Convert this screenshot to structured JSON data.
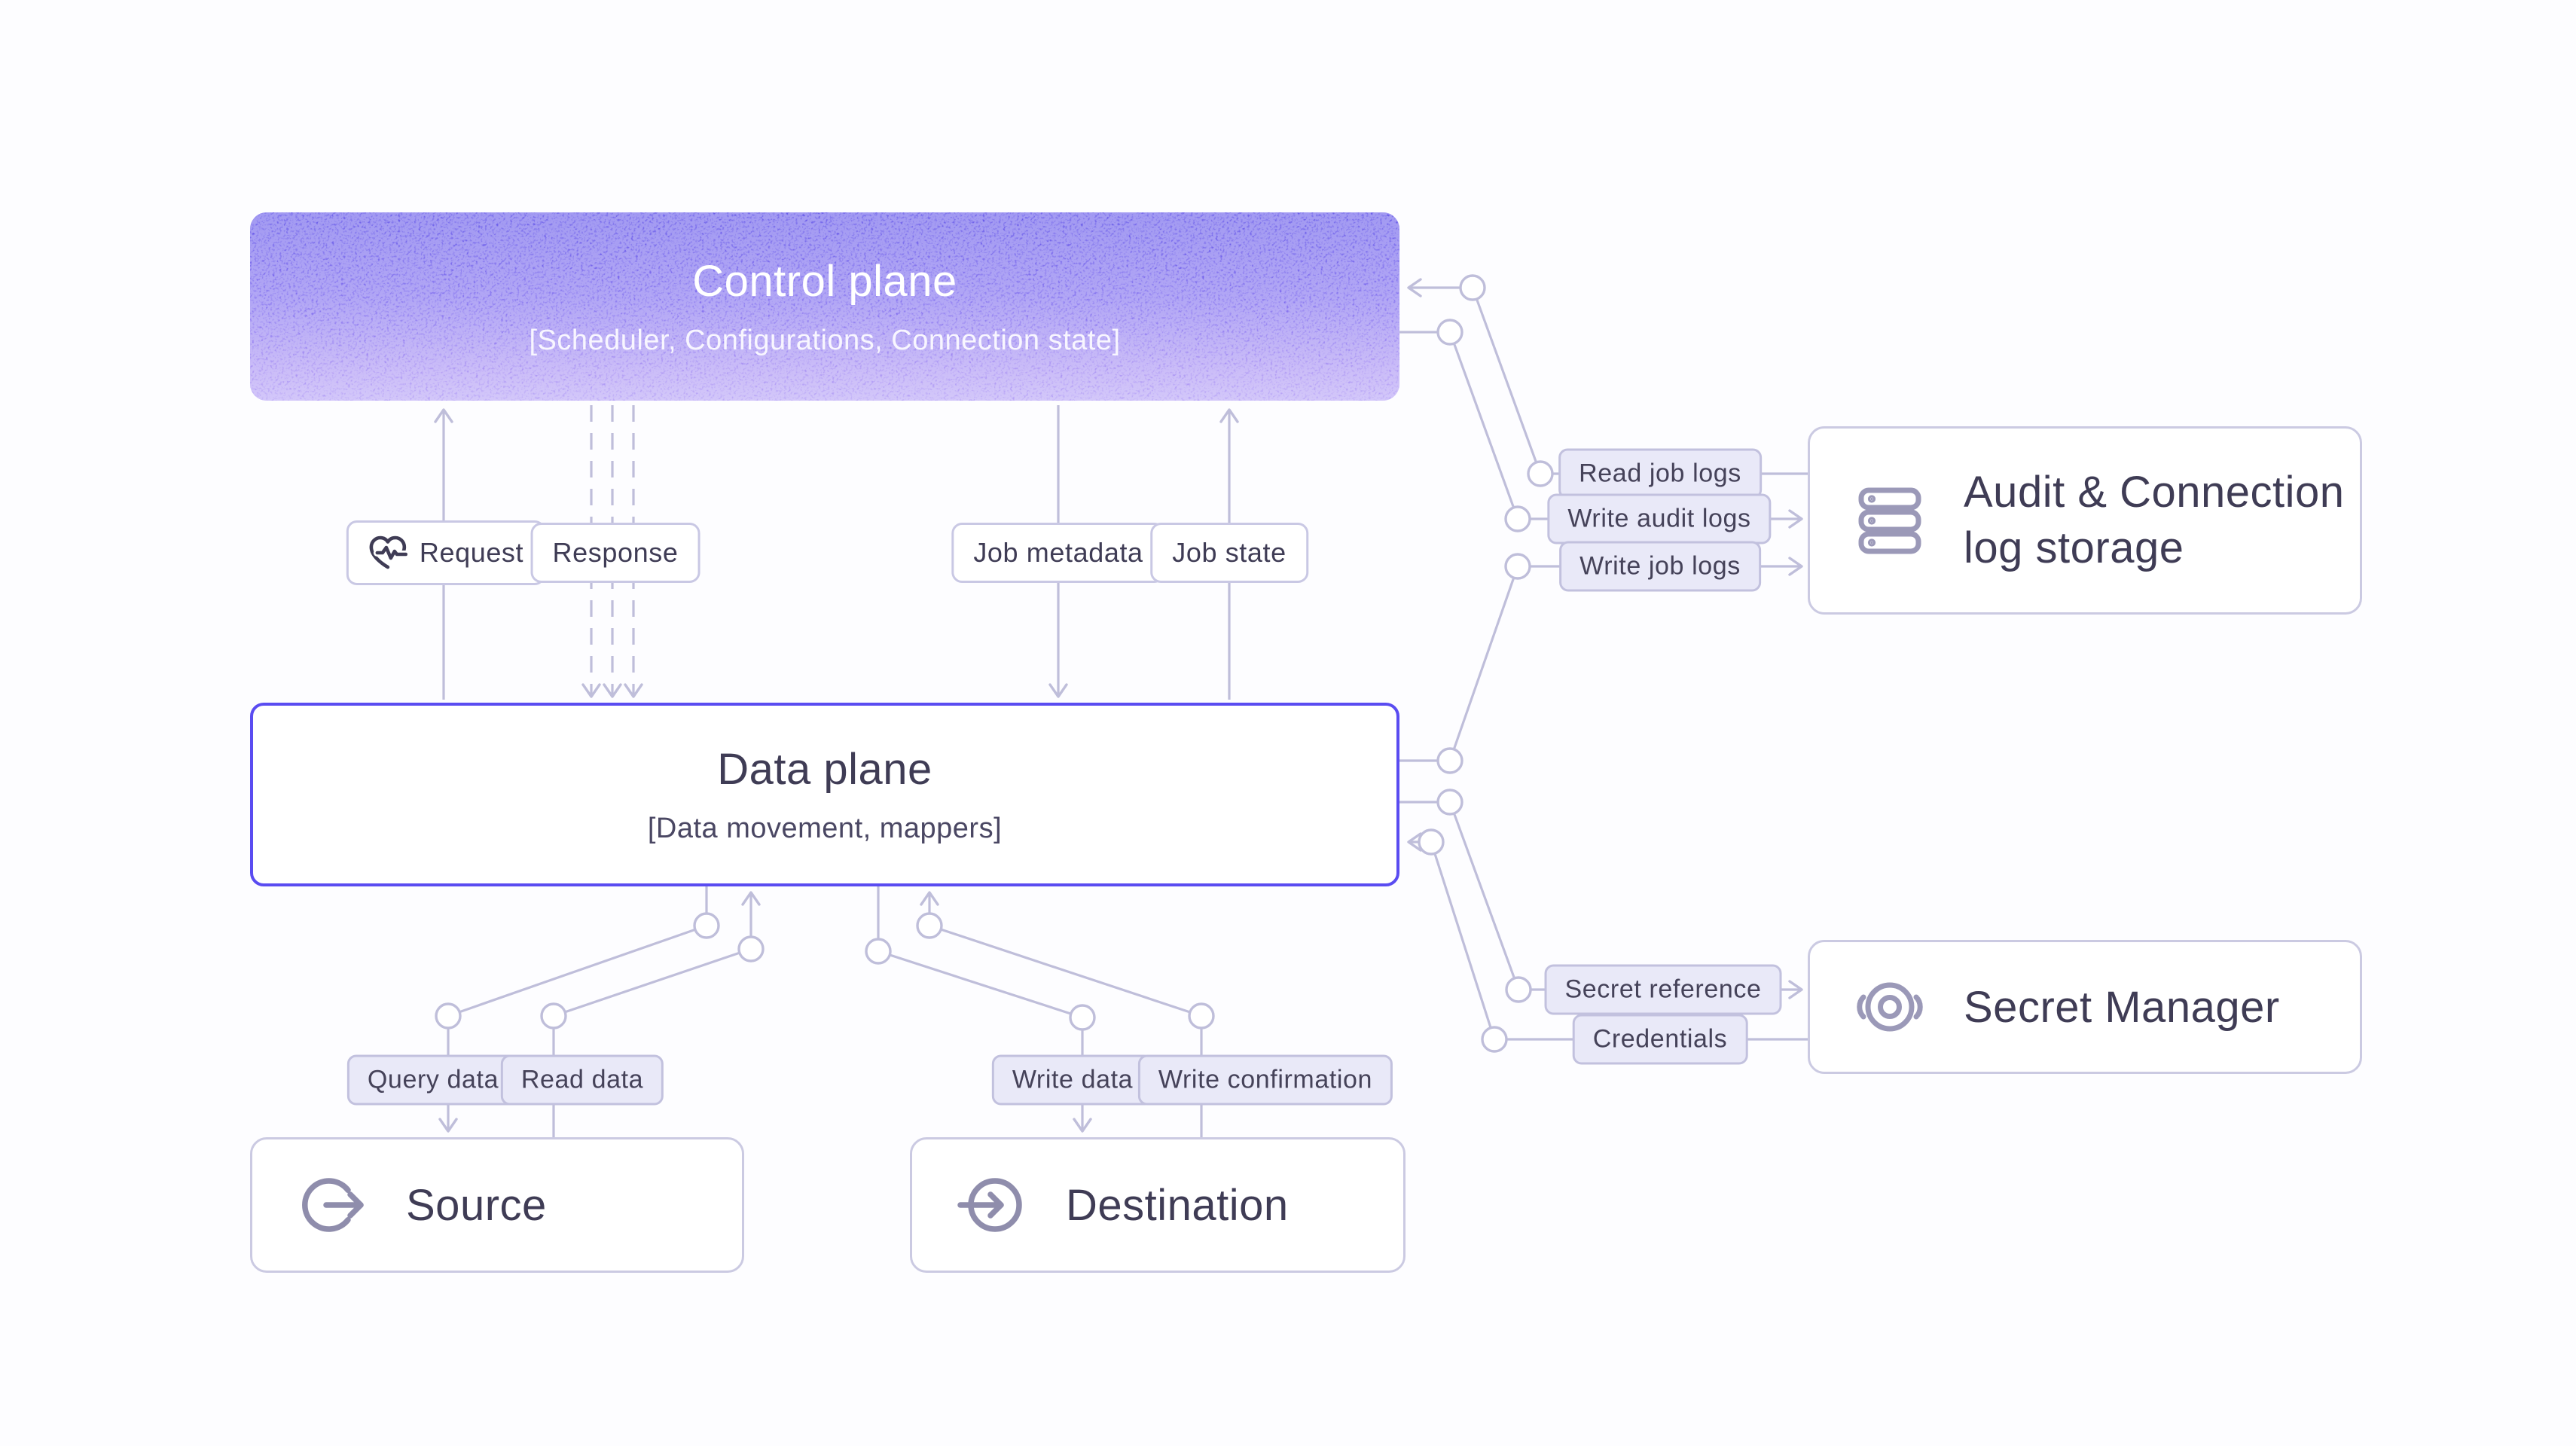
{
  "page": {
    "background": "#fdfdff"
  },
  "nodes": {
    "control_plane": {
      "title": "Control plane",
      "subtitle": "[Scheduler, Configurations, Connection state]"
    },
    "data_plane": {
      "title": "Data plane",
      "subtitle": "[Data movement, mappers]"
    },
    "source": {
      "title": "Source"
    },
    "destination": {
      "title": "Destination"
    },
    "audit_log_storage": {
      "title": "Audit & Connection log storage"
    },
    "secret_manager": {
      "title": "Secret Manager"
    }
  },
  "edge_labels": {
    "request": "Request",
    "response": "Response",
    "job_metadata": "Job metadata",
    "job_state": "Job state",
    "read_job_logs": "Read job logs",
    "write_audit_logs": "Write audit logs",
    "write_job_logs": "Write job logs",
    "secret_reference": "Secret reference",
    "credentials": "Credentials",
    "query_data": "Query data",
    "read_data": "Read data",
    "write_data": "Write data",
    "write_confirmation": "Write confirmation"
  },
  "icons": {
    "request": "heart-pulse",
    "audit_log_storage": "server-stack",
    "secret_manager": "eye-iris",
    "source": "arrow-out-of-circle",
    "destination": "arrow-into-circle"
  },
  "colors": {
    "line": "#bfbeda",
    "pill_tint_bg": "#e9e9f8",
    "pill_border": "#c2c1de",
    "node_border": "#cbcae2",
    "data_plane_border": "#5a4cf1",
    "control_plane_gradient_top": "#6052e8",
    "control_plane_gradient_bottom": "#b4a0f6",
    "text_dark": "#3f3c55",
    "icon_gray": "#8f8dac"
  }
}
